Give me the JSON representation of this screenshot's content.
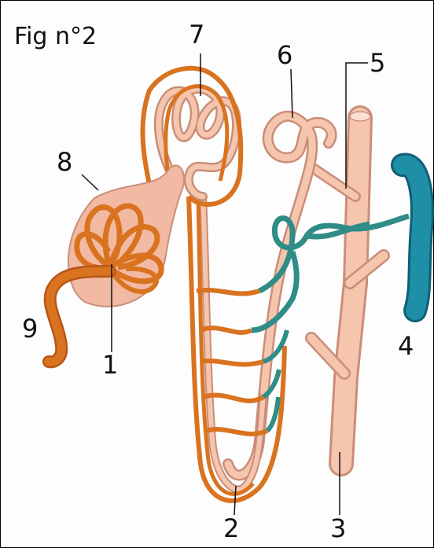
{
  "figure": {
    "title": "Fig n°2",
    "labels": {
      "l1": "1",
      "l2": "2",
      "l3": "3",
      "l4": "4",
      "l5": "5",
      "l6": "6",
      "l7": "7",
      "l8": "8",
      "l9": "9"
    }
  },
  "colors": {
    "arteriole_orange": "#d9731f",
    "tubule_pink": "#f6c5ae",
    "tubule_outline": "#c98e78",
    "vein_blue": "#1f8fa8",
    "peritubular_teal": "#2f8c86",
    "capsule_fill": "#f2b9a3"
  }
}
